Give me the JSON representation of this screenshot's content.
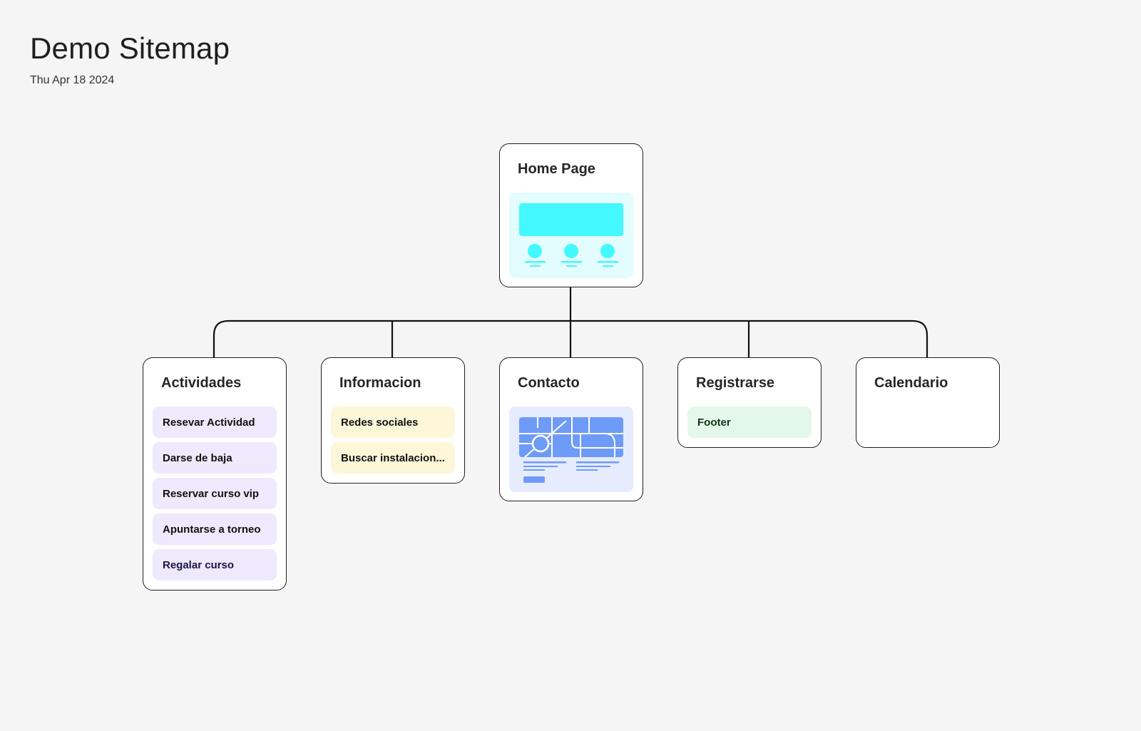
{
  "header": {
    "title": "Demo Sitemap",
    "date": "Thu Apr 18 2024"
  },
  "colors": {
    "home_accent": "#43f8ff",
    "home_thumb_bg": "#e3fcfe",
    "map_accent": "#6f9bf8",
    "map_thumb_bg": "#e6ecfd",
    "purple_item": "#efe9fd",
    "yellow_item": "#fdf6d8",
    "green_item": "#e3f8ea"
  },
  "nodes": {
    "home": {
      "title": "Home Page",
      "thumbnail_icon": "homepage-wireframe-icon"
    },
    "actividades": {
      "title": "Actividades",
      "items": [
        "Resevar Actividad",
        "Darse de baja",
        "Reservar curso vip",
        "Apuntarse a torneo",
        "Regalar curso"
      ]
    },
    "informacion": {
      "title": "Informacion",
      "items": [
        "Redes sociales",
        "Buscar instalacion..."
      ]
    },
    "contacto": {
      "title": "Contacto",
      "thumbnail_icon": "map-wireframe-icon"
    },
    "registrarse": {
      "title": "Registrarse",
      "items": [
        "Footer"
      ]
    },
    "calendario": {
      "title": "Calendario"
    }
  }
}
